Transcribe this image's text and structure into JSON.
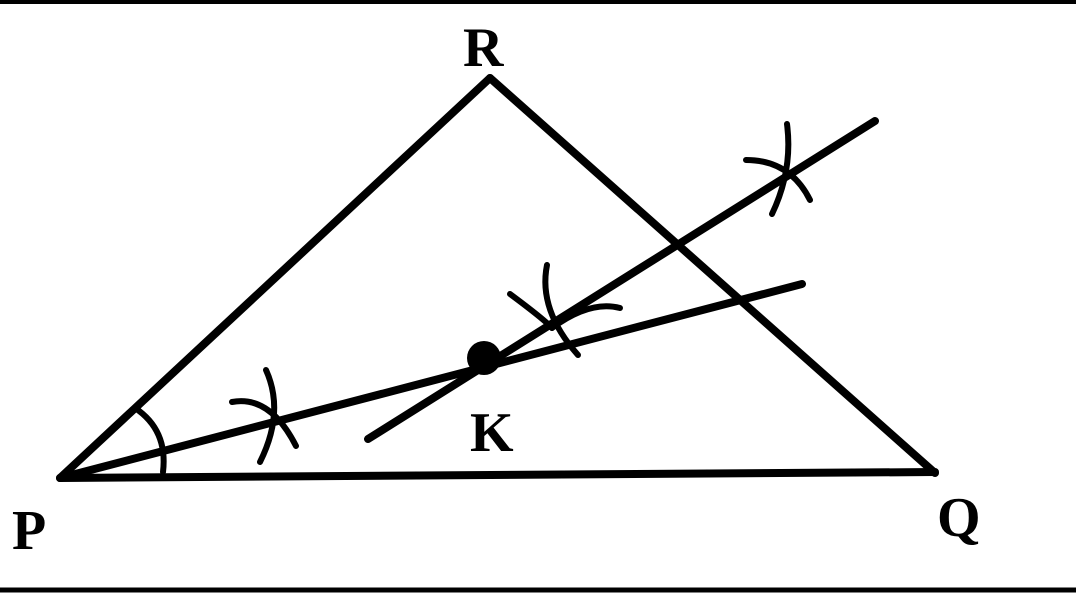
{
  "figure": {
    "vertices": {
      "r": "R",
      "p": "P",
      "q": "Q"
    },
    "point": {
      "k": "K"
    },
    "colors": {
      "ink": "#000000",
      "background": "#ffffff"
    }
  }
}
